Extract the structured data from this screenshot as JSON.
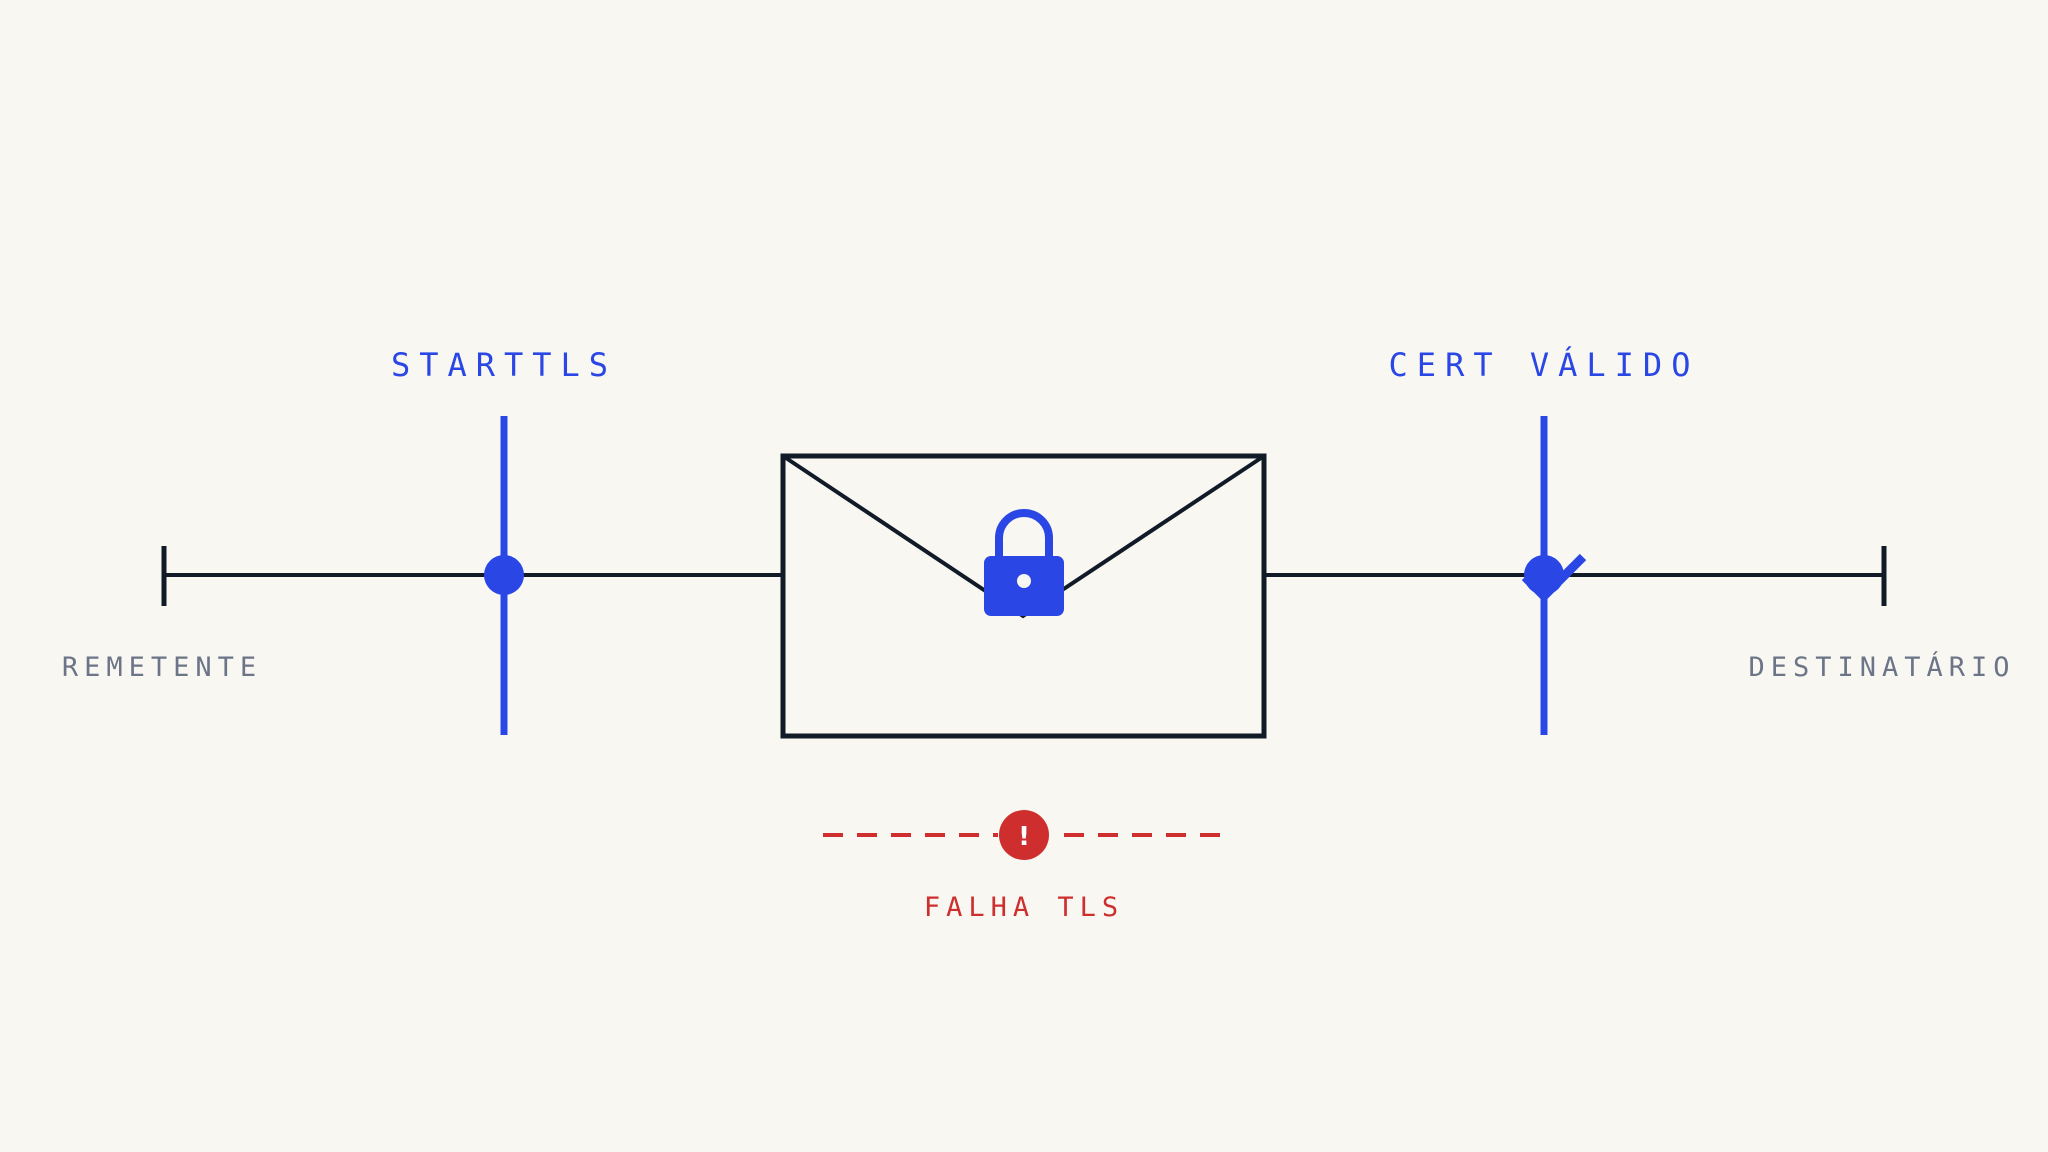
{
  "diagram": {
    "labels": {
      "sender": "REMETENTE",
      "recipient": "DESTINATÁRIO",
      "starttls": "STARTTLS",
      "cert_valid": "CERT VÁLIDO",
      "tls_failure": "FALHA TLS",
      "alert_symbol": "!"
    },
    "colors": {
      "background": "#f8f7f2",
      "ink": "#111b27",
      "accent": "#2a47e6",
      "error": "#cf2e2e",
      "muted": "#6b7587"
    },
    "icons": {
      "envelope": "envelope-icon",
      "lock": "padlock-icon",
      "check": "checkmark-icon",
      "alert": "alert-icon"
    }
  }
}
